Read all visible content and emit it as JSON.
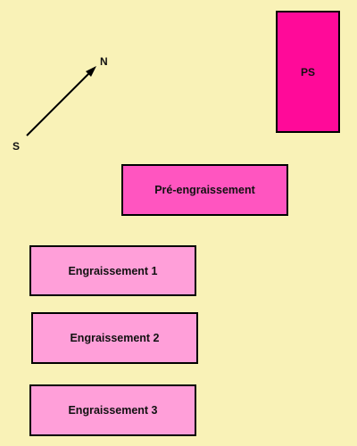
{
  "buildings": {
    "ps": "PS",
    "pre": "Pré-engraissement",
    "e1": "Engraissement 1",
    "e2": "Engraissement 2",
    "e3": "Engraissement 3"
  },
  "compass": {
    "north": "N",
    "south": "S"
  },
  "colors": {
    "background": "#f9f2b7",
    "ps": "#ff0a99",
    "pre": "#ff55c0",
    "engraissement": "#ff9fd9"
  }
}
